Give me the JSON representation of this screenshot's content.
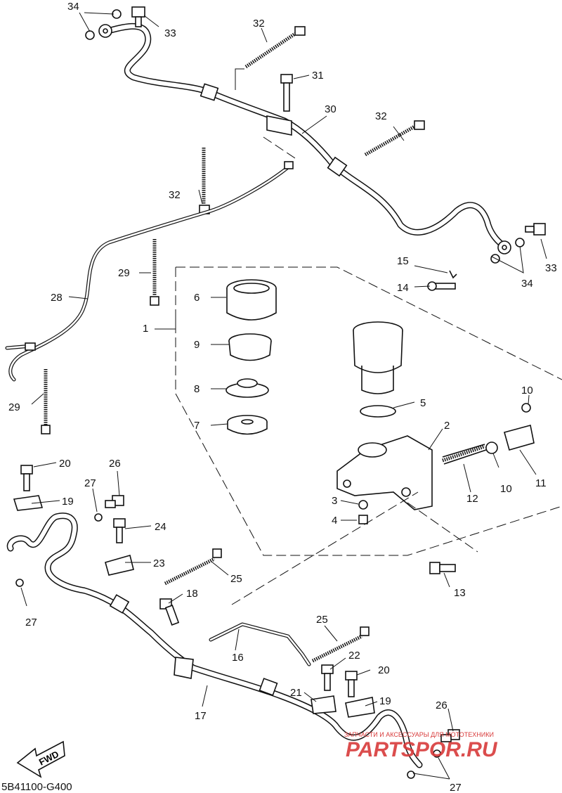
{
  "diagram": {
    "drawing_code": "5B41100-G400",
    "fwd_label": "FWD",
    "watermark": {
      "text": "PARTSPOR.RU",
      "subtext": "ЗАПЧАСТИ И АКСЕССУАРЫ ДЛЯ МОТОТЕХНИКИ",
      "color": "#d83a3a"
    },
    "callouts": [
      {
        "id": "c34a",
        "label": "34"
      },
      {
        "id": "c33a",
        "label": "33"
      },
      {
        "id": "c32a",
        "label": "32"
      },
      {
        "id": "c31",
        "label": "31"
      },
      {
        "id": "c30",
        "label": "30"
      },
      {
        "id": "c32b",
        "label": "32"
      },
      {
        "id": "c32c",
        "label": "32"
      },
      {
        "id": "c33b",
        "label": "33"
      },
      {
        "id": "c34b",
        "label": "34"
      },
      {
        "id": "c15",
        "label": "15"
      },
      {
        "id": "c14",
        "label": "14"
      },
      {
        "id": "c29a",
        "label": "29"
      },
      {
        "id": "c28",
        "label": "28"
      },
      {
        "id": "c6",
        "label": "6"
      },
      {
        "id": "c1",
        "label": "1"
      },
      {
        "id": "c9",
        "label": "9"
      },
      {
        "id": "c8",
        "label": "8"
      },
      {
        "id": "c7",
        "label": "7"
      },
      {
        "id": "c29b",
        "label": "29"
      },
      {
        "id": "c5",
        "label": "5"
      },
      {
        "id": "c10a",
        "label": "10"
      },
      {
        "id": "c2",
        "label": "2"
      },
      {
        "id": "c10b",
        "label": "10"
      },
      {
        "id": "c11",
        "label": "11"
      },
      {
        "id": "c12",
        "label": "12"
      },
      {
        "id": "c3",
        "label": "3"
      },
      {
        "id": "c4",
        "label": "4"
      },
      {
        "id": "c13",
        "label": "13"
      },
      {
        "id": "c20a",
        "label": "20"
      },
      {
        "id": "c26a",
        "label": "26"
      },
      {
        "id": "c27a",
        "label": "27"
      },
      {
        "id": "c19a",
        "label": "19"
      },
      {
        "id": "c24",
        "label": "24"
      },
      {
        "id": "c23",
        "label": "23"
      },
      {
        "id": "c25a",
        "label": "25"
      },
      {
        "id": "c27b",
        "label": "27"
      },
      {
        "id": "c18",
        "label": "18"
      },
      {
        "id": "c16",
        "label": "16"
      },
      {
        "id": "c25b",
        "label": "25"
      },
      {
        "id": "c22",
        "label": "22"
      },
      {
        "id": "c20b",
        "label": "20"
      },
      {
        "id": "c21",
        "label": "21"
      },
      {
        "id": "c19b",
        "label": "19"
      },
      {
        "id": "c17",
        "label": "17"
      },
      {
        "id": "c26b",
        "label": "26"
      },
      {
        "id": "c27c",
        "label": "27"
      }
    ]
  }
}
